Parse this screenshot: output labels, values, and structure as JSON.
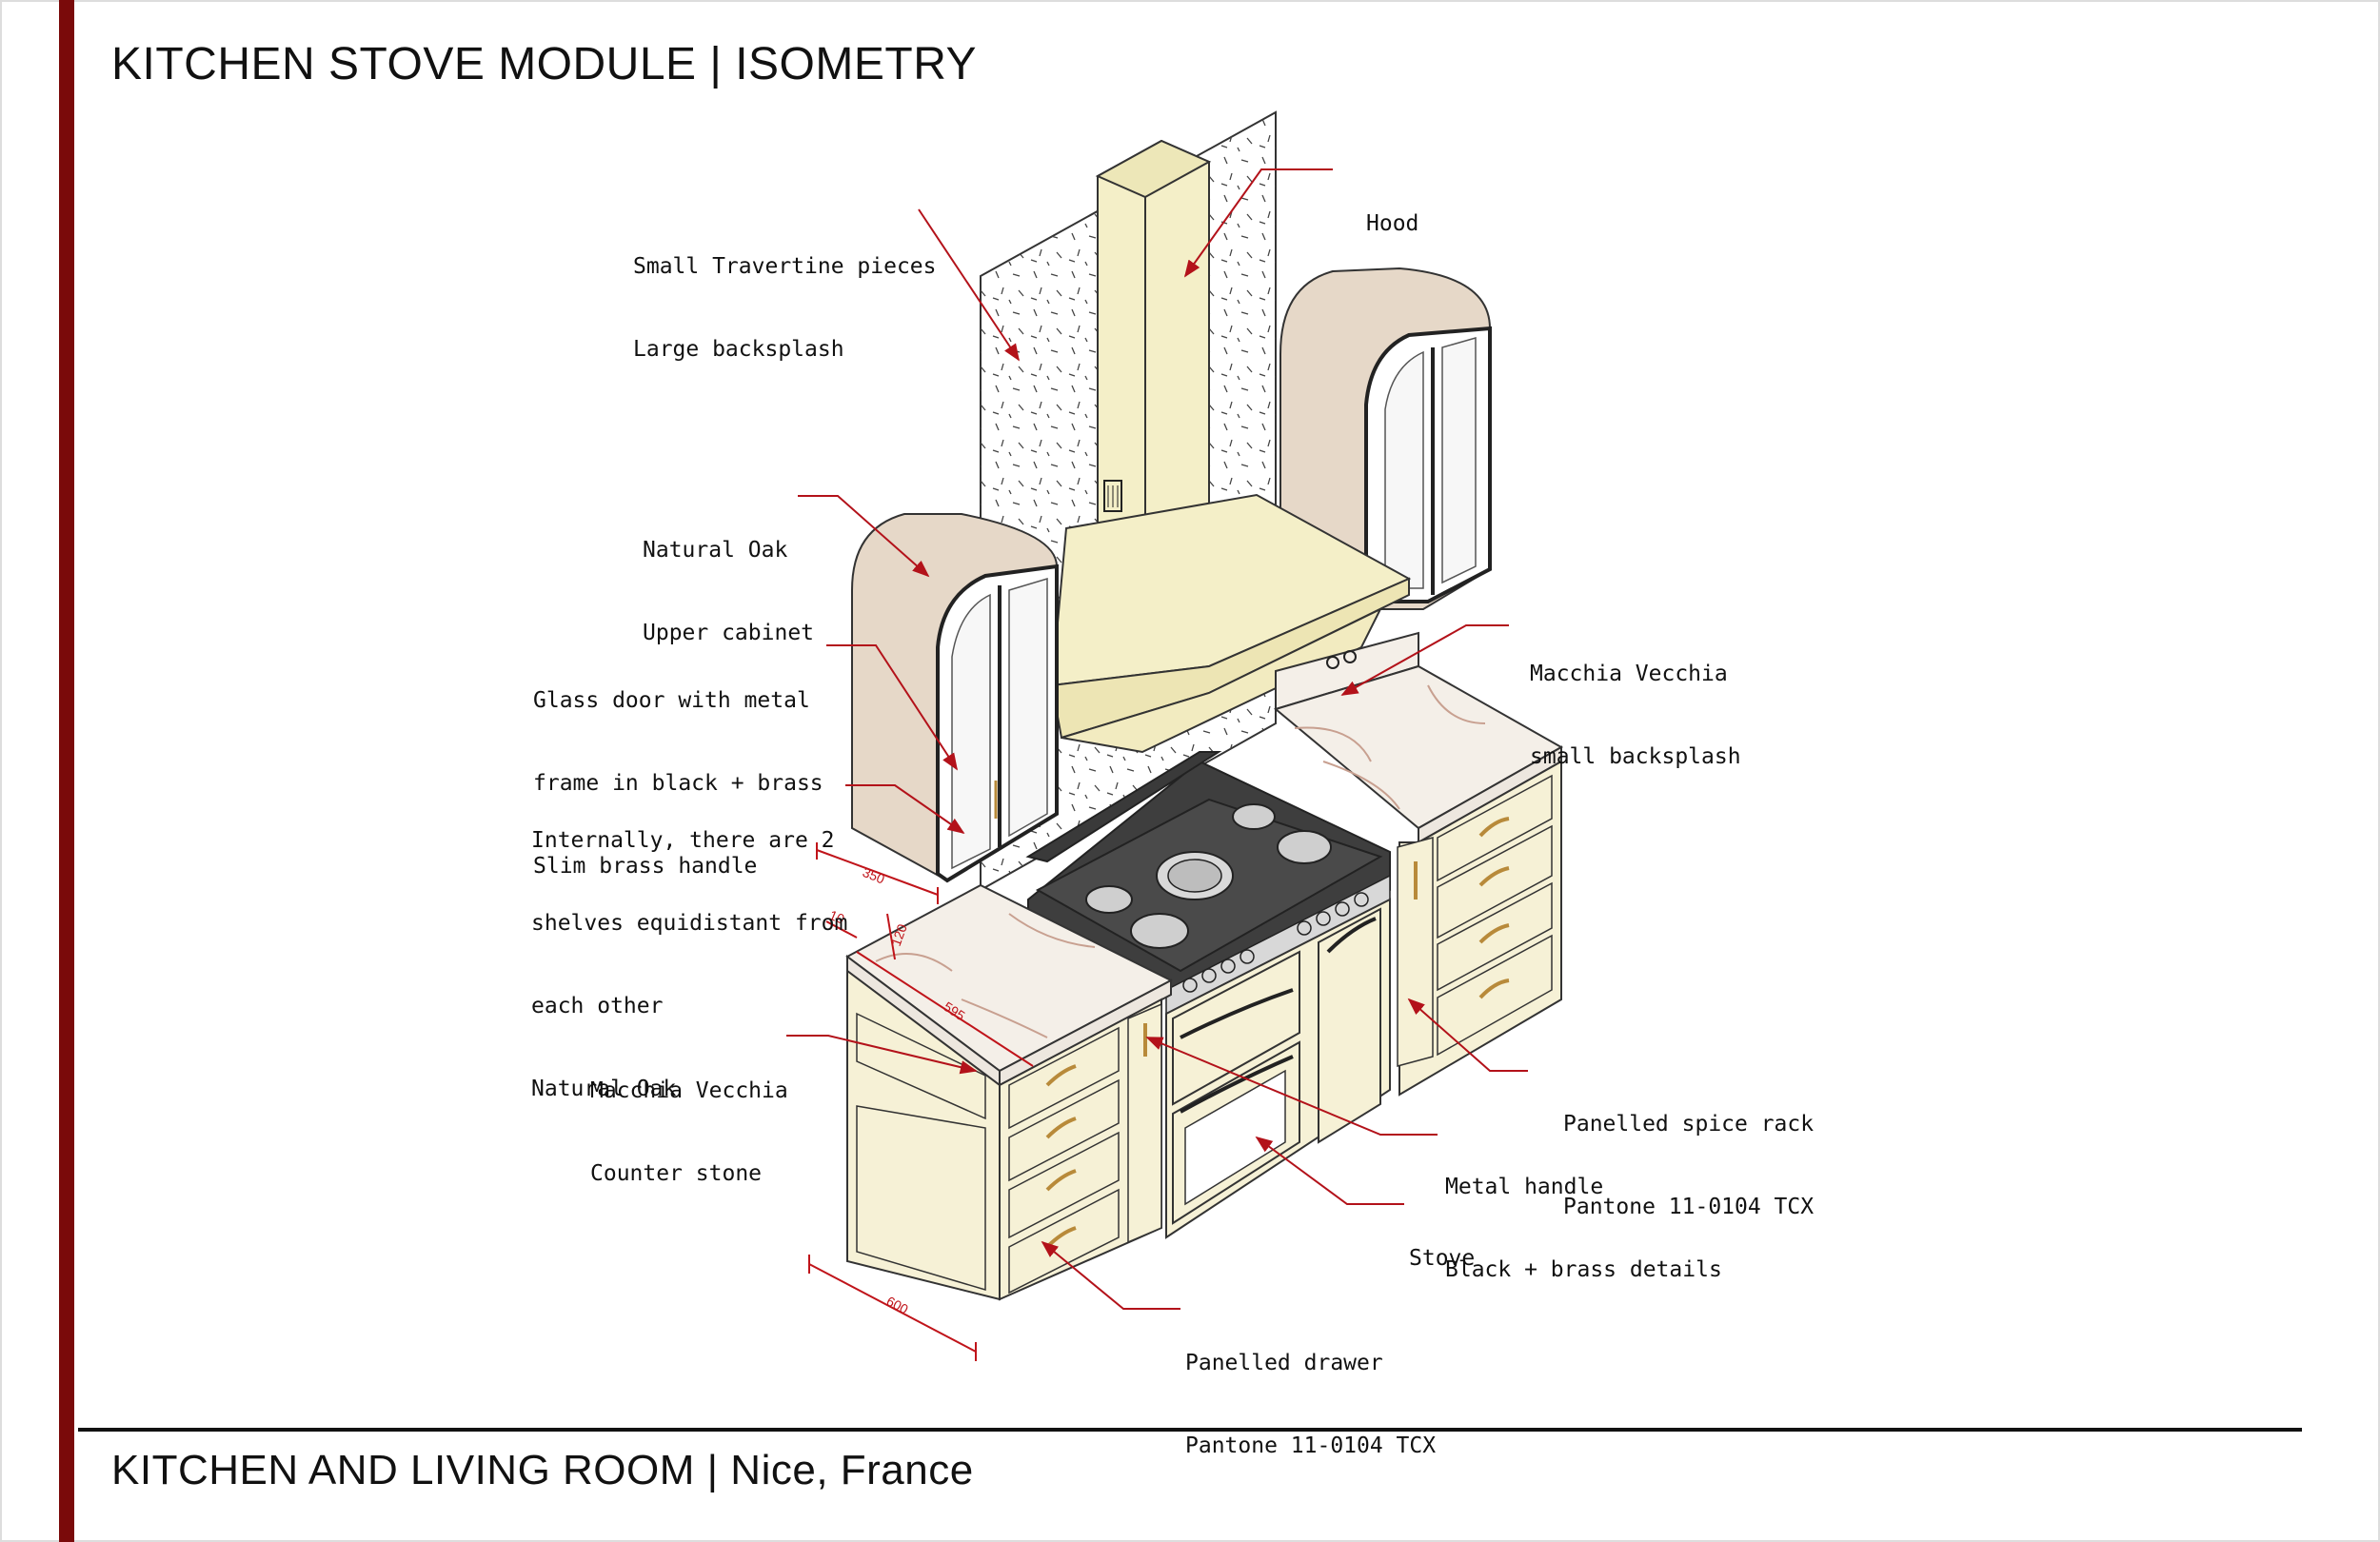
{
  "header": {
    "title": "KITCHEN STOVE MODULE | ISOMETRY"
  },
  "footer": {
    "project": "KITCHEN AND LIVING ROOM | Nice, France"
  },
  "labels": {
    "hood": [
      "Hood"
    ],
    "travertine": [
      "Small Travertine pieces",
      "Large backsplash"
    ],
    "oak_cabinet": [
      "Natural Oak",
      "Upper cabinet"
    ],
    "glass_door": [
      "Glass door with metal",
      "frame in black + brass",
      "Slim brass handle"
    ],
    "shelves": [
      "Internally, there are 2",
      "shelves equidistant from",
      "each other",
      "Natural Oak"
    ],
    "macchia_small": [
      "Macchia Vecchia",
      "small backsplash"
    ],
    "counter": [
      "Macchia Vecchia",
      "Counter stone"
    ],
    "spice_rack": [
      "Panelled spice rack",
      "Pantone 11-0104 TCX"
    ],
    "metal_handle": [
      "Metal handle",
      "Black + brass details"
    ],
    "stove": [
      "Stove"
    ],
    "drawer": [
      "Panelled drawer",
      "Pantone 11-0104 TCX"
    ]
  },
  "dimensions": {
    "cabinet_depth": "350",
    "gap": "10",
    "counter_thickness": "120",
    "counter_depth": "595",
    "base_depth": "600"
  },
  "colors": {
    "accent_bar": "#7a0a0a",
    "leader": "#b3121a",
    "hood": "#f4efc8",
    "cream_panel": "#f6f1d6",
    "oak": "#e6d8c8",
    "stone": "#f4efe8",
    "stove_top": "#4a4a4a",
    "brass": "#b88a3a"
  }
}
